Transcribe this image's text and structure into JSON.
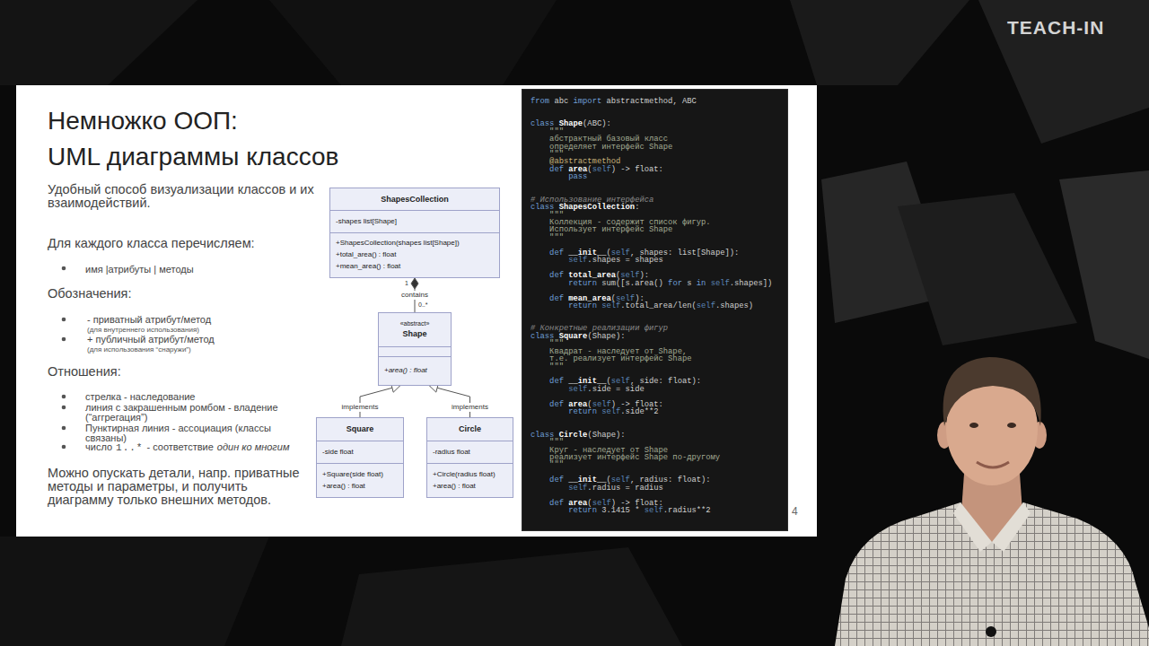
{
  "diagram": {
    "title": "Немножко ООП: UML диаграммы классов",
    "nodes": [
      {
        "text": [
          "ShapesCollection",
          "-shapes list[Shape]",
          "+ShapesCollection(shapes list[Shape])",
          "+total_area() : float",
          "+mean_area() : float"
        ]
      },
      {
        "text": [
          "«abstract»",
          "Shape",
          "+area() : float"
        ]
      },
      {
        "text": [
          "Square",
          "-side float",
          "+Square(side float)",
          "+area() : float"
        ]
      },
      {
        "text": [
          "Circle",
          "-radius float",
          "+Circle(radius float)",
          "+area() : float"
        ]
      },
      {
        "text": [
          "from abc import abstractmethod, ABC",
          "class Shape(ABC):",
          "\"\"\"",
          "абстрактный базовый класс",
          "определяет интерфейс Shape",
          "\"\"\"",
          "@abstractmethod",
          "def area(self) -> float:",
          "pass",
          "# Использование интерфейса",
          "class ShapesCollection:",
          "\"\"\"",
          "Коллекция - содержит список фигур.",
          "Использует интерфейс Shape",
          "\"\"\"",
          "def __init__(self, shapes: list[Shape]):",
          "self.shapes = shapes",
          "def total_area(self):",
          "return sum([s.area() for s in self.shapes])",
          "def mean_area(self):",
          "return self.total_area/len(self.shapes)",
          "# Конкретные реализации фигур",
          "class Square(Shape):",
          "\"\"\"",
          "Квадрат - наследует от Shape,",
          "т.е. реализует интерфейс Shape",
          "\"\"\"",
          "def __init__(self, side: float):",
          "self.side = side",
          "def area(self) -> float:",
          "return self.side**2",
          "class Circle(Shape):",
          "\"\"\"",
          "Круг - наследует от Shape",
          "реализует интерфейс Shape по-другому",
          "\"\"\"",
          "def __init__(self, radius: float):",
          "self.radius = radius",
          "def area(self) -> float:",
          "return 3.1415 * self.radius**2"
        ]
      }
    ],
    "edges": [
      {
        "from": 1,
        "to": 0,
        "arrow": "to",
        "label": "contains"
      },
      {
        "from": 2,
        "to": 1,
        "arrow": "to",
        "label": "implements"
      },
      {
        "from": 3,
        "to": 1,
        "arrow": "to",
        "label": "implements"
      }
    ],
    "labels": [
      "Удобный способ визуализации классов и их взаимодействий.",
      "Для каждого класса перечисляем:",
      "имя |атрибуты | методы",
      "Обозначения:",
      "- приватный атрибут/метод",
      "(для внутреннего использования)",
      "+ публичный атрибут/метод",
      "(для использования “снаружи”)",
      "Отношения:",
      "стрелка - наследование",
      "линия с закрашенным ромбом - владение (“аггрегация”)",
      "Пунктирная линия - ассоциация (классы связаны)",
      "число",
      "1..*",
      "- соответствие",
      "один ко многим",
      "Можно опускать детали, напр. приватные методы и параметры, и получить диаграмму только внешних методов.",
      "1",
      "0..*",
      "4",
      "TEACH-IN"
    ]
  }
}
